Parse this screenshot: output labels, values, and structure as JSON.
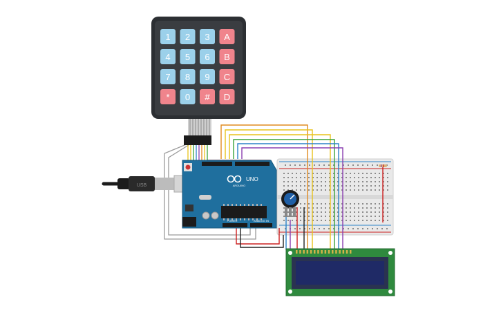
{
  "keypad": {
    "keys": [
      {
        "label": "1",
        "kind": "digit"
      },
      {
        "label": "2",
        "kind": "digit"
      },
      {
        "label": "3",
        "kind": "digit"
      },
      {
        "label": "A",
        "kind": "letter"
      },
      {
        "label": "4",
        "kind": "digit"
      },
      {
        "label": "5",
        "kind": "digit"
      },
      {
        "label": "6",
        "kind": "digit"
      },
      {
        "label": "B",
        "kind": "letter"
      },
      {
        "label": "7",
        "kind": "digit"
      },
      {
        "label": "8",
        "kind": "digit"
      },
      {
        "label": "9",
        "kind": "digit"
      },
      {
        "label": "C",
        "kind": "letter"
      },
      {
        "label": "*",
        "kind": "symbol"
      },
      {
        "label": "0",
        "kind": "digit"
      },
      {
        "label": "#",
        "kind": "symbol"
      },
      {
        "label": "D",
        "kind": "letter"
      }
    ],
    "colors": {
      "digit": "#9bd0ea",
      "letter": "#f0848c",
      "symbol": "#f0848c"
    }
  },
  "arduino": {
    "board_label": "UNO",
    "brand_label": "ARDUINO",
    "power_label": "POWER",
    "analog_label": "ANALOG IN",
    "board_color": "#1f6f9e"
  },
  "usb": {
    "label": "USB"
  },
  "colors": {
    "wire_gray": "#9a9a9a",
    "wire_red": "#cc1f1f",
    "wire_orange": "#e08a1e",
    "wire_yellow": "#e8c21a",
    "wire_green": "#3aa33a",
    "wire_blue": "#2b82c9",
    "wire_purple": "#8a3fb0",
    "breadboard": "#e9e9e9",
    "lcd_pcb": "#2f8a3e",
    "lcd_screen": "#1f2a66"
  }
}
